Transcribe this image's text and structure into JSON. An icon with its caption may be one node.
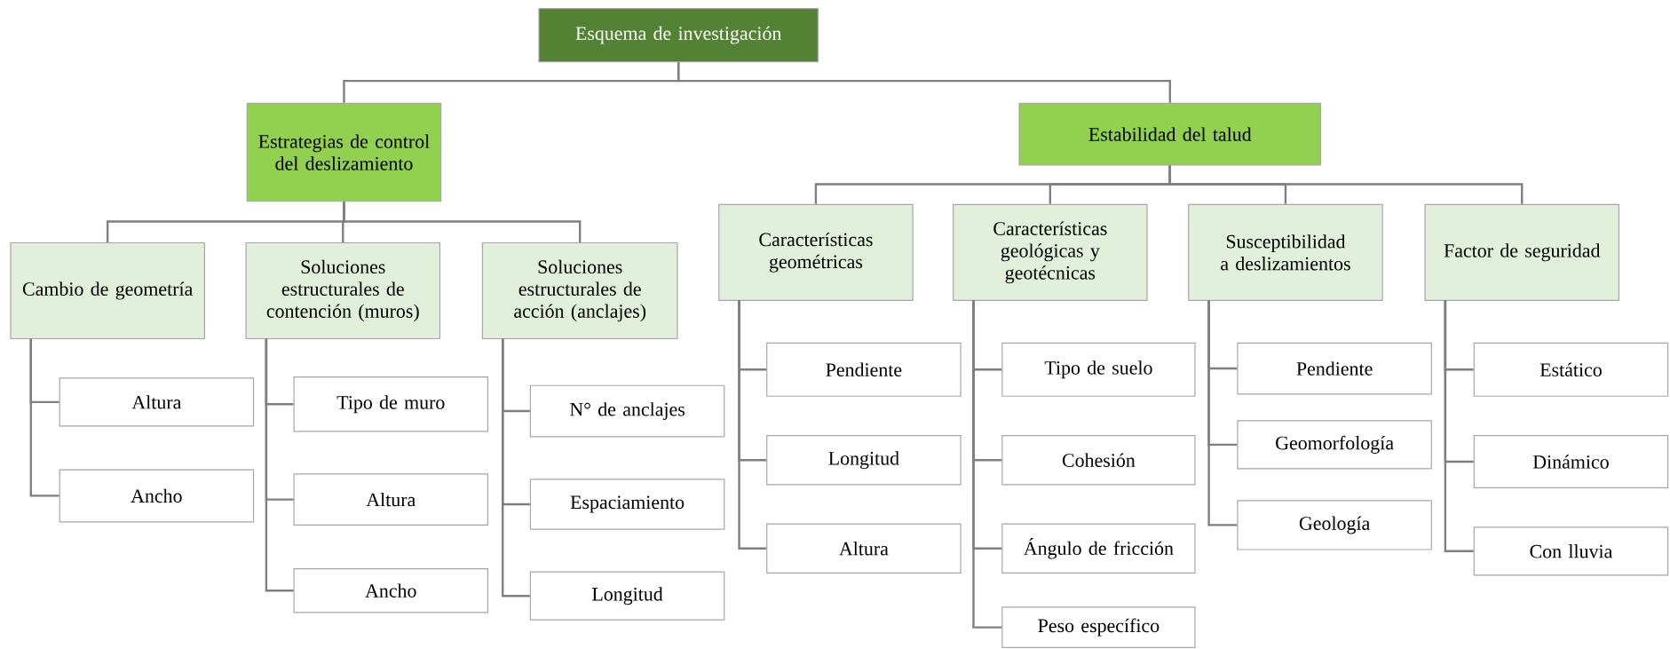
{
  "diagram": {
    "nodes": [
      {
        "text": [
          "Esquema de investigación"
        ]
      },
      {
        "text": [
          "Estrategias de control del deslizamiento"
        ]
      },
      {
        "text": [
          "Estabilidad del talud"
        ]
      },
      {
        "text": [
          "Cambio de geometría"
        ]
      },
      {
        "text": [
          "Soluciones estructurales de contención (muros)"
        ]
      },
      {
        "text": [
          "Soluciones estructurales de acción (anclajes)"
        ]
      },
      {
        "text": [
          "Altura"
        ]
      },
      {
        "text": [
          "Ancho"
        ]
      },
      {
        "text": [
          "Tipo de muro"
        ]
      },
      {
        "text": [
          "Altura"
        ]
      },
      {
        "text": [
          "Ancho"
        ]
      },
      {
        "text": [
          "N° de anclajes"
        ]
      },
      {
        "text": [
          "Espaciamiento"
        ]
      },
      {
        "text": [
          "Longitud"
        ]
      },
      {
        "text": [
          "Características geométricas"
        ]
      },
      {
        "text": [
          "Características geológicas y geotécnicas"
        ]
      },
      {
        "text": [
          "Susceptibilidad a deslizamientos"
        ]
      },
      {
        "text": [
          "Factor de seguridad"
        ]
      },
      {
        "text": [
          "Pendiente"
        ]
      },
      {
        "text": [
          "Longitud"
        ]
      },
      {
        "text": [
          "Altura"
        ]
      },
      {
        "text": [
          "Tipo de suelo"
        ]
      },
      {
        "text": [
          "Cohesión"
        ]
      },
      {
        "text": [
          "Ángulo de fricción"
        ]
      },
      {
        "text": [
          "Peso específico"
        ]
      },
      {
        "text": [
          "Pendiente"
        ]
      },
      {
        "text": [
          "Geomorfología"
        ]
      },
      {
        "text": [
          "Geología"
        ]
      },
      {
        "text": [
          "Estático"
        ]
      },
      {
        "text": [
          "Dinámico"
        ]
      },
      {
        "text": [
          "Con lluvia"
        ]
      }
    ],
    "edges": [
      {
        "from": 0,
        "to": 1,
        "arrow": "none"
      },
      {
        "from": 0,
        "to": 2,
        "arrow": "none"
      },
      {
        "from": 1,
        "to": 3,
        "arrow": "none"
      },
      {
        "from": 1,
        "to": 4,
        "arrow": "none"
      },
      {
        "from": 1,
        "to": 5,
        "arrow": "none"
      },
      {
        "from": 2,
        "to": 14,
        "arrow": "none"
      },
      {
        "from": 2,
        "to": 15,
        "arrow": "none"
      },
      {
        "from": 2,
        "to": 16,
        "arrow": "none"
      },
      {
        "from": 2,
        "to": 17,
        "arrow": "none"
      },
      {
        "from": 3,
        "to": 6,
        "arrow": "none"
      },
      {
        "from": 3,
        "to": 7,
        "arrow": "none"
      },
      {
        "from": 4,
        "to": 8,
        "arrow": "none"
      },
      {
        "from": 4,
        "to": 9,
        "arrow": "none"
      },
      {
        "from": 4,
        "to": 10,
        "arrow": "none"
      },
      {
        "from": 5,
        "to": 11,
        "arrow": "none"
      },
      {
        "from": 5,
        "to": 12,
        "arrow": "none"
      },
      {
        "from": 5,
        "to": 13,
        "arrow": "none"
      },
      {
        "from": 14,
        "to": 18,
        "arrow": "none"
      },
      {
        "from": 14,
        "to": 19,
        "arrow": "none"
      },
      {
        "from": 14,
        "to": 20,
        "arrow": "none"
      },
      {
        "from": 15,
        "to": 21,
        "arrow": "none"
      },
      {
        "from": 15,
        "to": 22,
        "arrow": "none"
      },
      {
        "from": 15,
        "to": 23,
        "arrow": "none"
      },
      {
        "from": 15,
        "to": 24,
        "arrow": "none"
      },
      {
        "from": 16,
        "to": 25,
        "arrow": "none"
      },
      {
        "from": 16,
        "to": 26,
        "arrow": "none"
      },
      {
        "from": 16,
        "to": 27,
        "arrow": "none"
      },
      {
        "from": 17,
        "to": 28,
        "arrow": "none"
      },
      {
        "from": 17,
        "to": 29,
        "arrow": "none"
      },
      {
        "from": 17,
        "to": 30,
        "arrow": "none"
      }
    ]
  }
}
